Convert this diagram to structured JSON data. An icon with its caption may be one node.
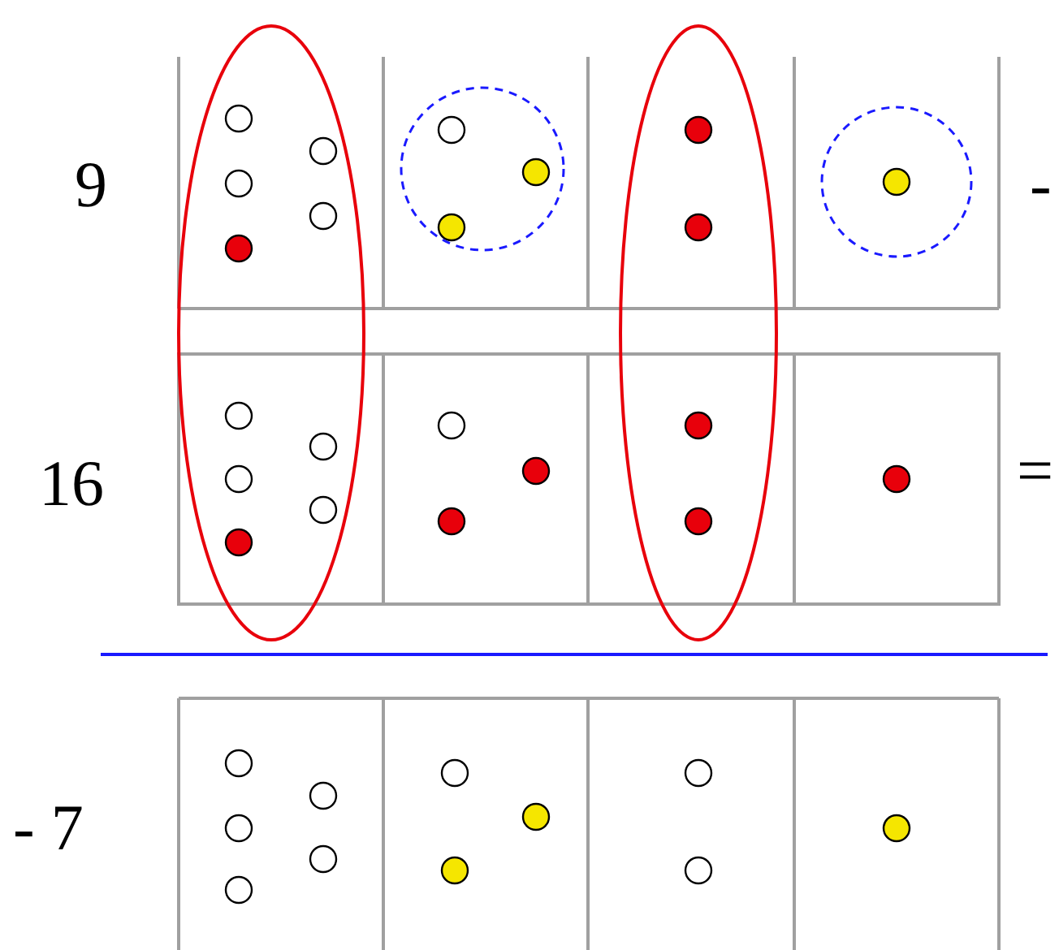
{
  "diagram": {
    "labels": [
      "9",
      "-",
      "16",
      "=",
      "- 7"
    ]
  }
}
